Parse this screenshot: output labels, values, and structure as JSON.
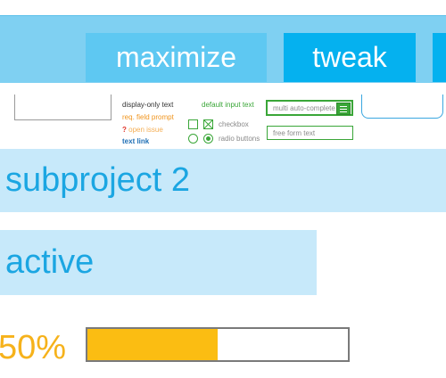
{
  "toolbar": {
    "maximize_label": "maximize",
    "tweak_label": "tweak"
  },
  "legend": {
    "display_only": "display-only text",
    "req_field_prompt": "req. field prompt",
    "open_issue_marker": "?",
    "open_issue": "open issue",
    "text_link": "text link",
    "default_input": "default input text",
    "checkbox": "checkbox",
    "radio": "radio buttons",
    "multi_autocomplete_placeholder": "multi auto-complete",
    "free_form_placeholder": "free form text"
  },
  "labels": {
    "subproject": "subproject 2",
    "status": "active"
  },
  "progress": {
    "percent_text": "50%",
    "fraction": 0.5
  },
  "colors": {
    "topbar": "#7fd0f2",
    "maximize_button": "#5ec8f2",
    "tweak_button": "#05b1ef",
    "label_bar": "#c7e9fa",
    "label_text": "#1ba6e2",
    "progress_fill": "#fbbd12",
    "progress_text": "#f6b21b",
    "legend_green": "#3aa638"
  }
}
